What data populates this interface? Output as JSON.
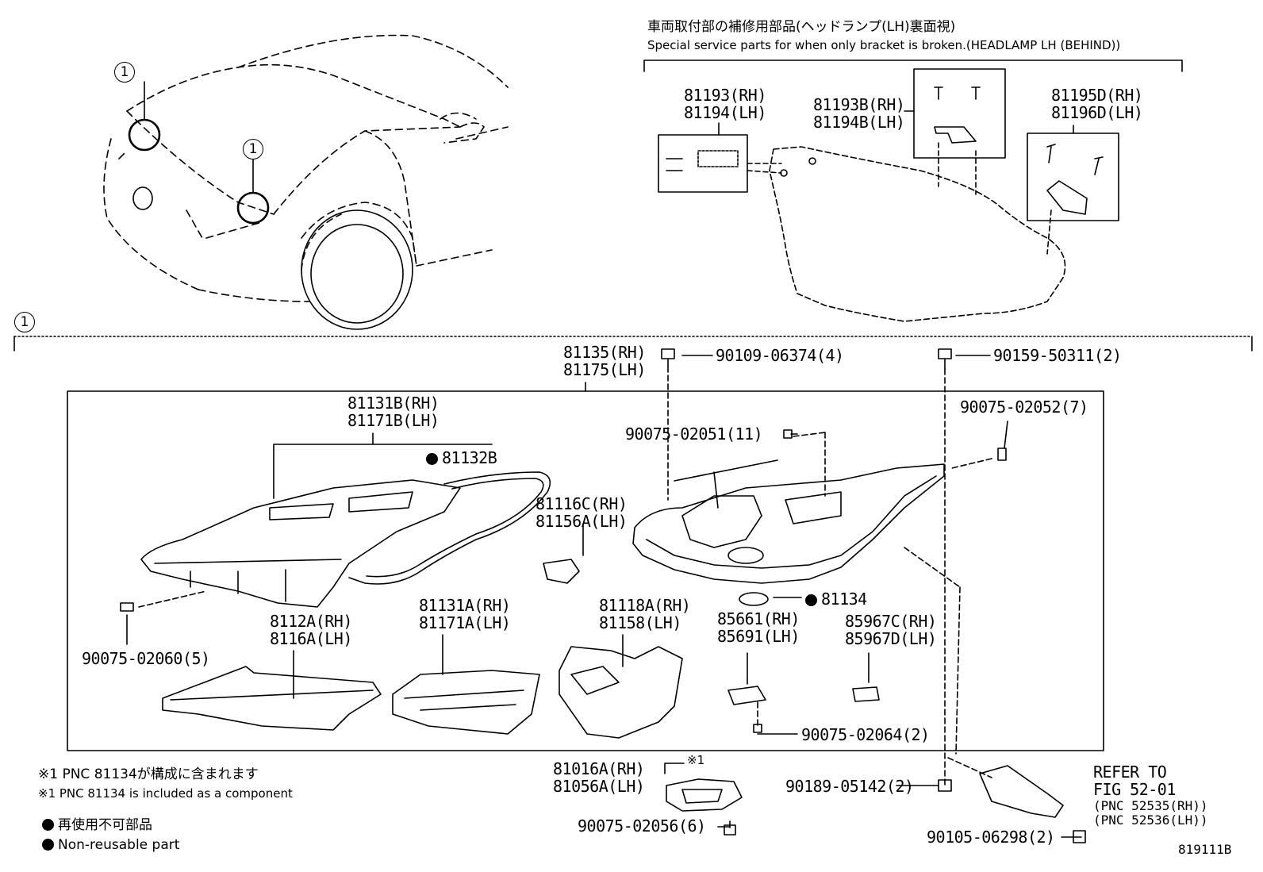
{
  "callout_mark": "1",
  "service_header": {
    "jp": "車両取付部の補修用部品(ヘッドランプ(LH)裏面視)",
    "en": "Special service parts for when only bracket is broken.(HEADLAMP LH (BEHIND))"
  },
  "parts": {
    "p81193": [
      "81193(RH)",
      "81194(LH)"
    ],
    "p81193b": [
      "81193B(RH)",
      "81194B(LH)"
    ],
    "p81195d": [
      "81195D(RH)",
      "81196D(LH)"
    ],
    "p81135": [
      "81135(RH)",
      "81175(LH)"
    ],
    "p90109": "90109-06374(4)",
    "p90159": "90159-50311(2)",
    "p81131b": [
      "81131B(RH)",
      "81171B(LH)"
    ],
    "p81132b": "81132B",
    "p90075_02051": "90075-02051(11)",
    "p90075_02052": "90075-02052(7)",
    "p81116c": [
      "81116C(RH)",
      "81156A(LH)"
    ],
    "p81134": "81134",
    "p90075_02060": "90075-02060(5)",
    "p8112a": [
      "8112A(RH)",
      "8116A(LH)"
    ],
    "p81131a": [
      "81131A(RH)",
      "81171A(LH)"
    ],
    "p81118a": [
      "81118A(RH)",
      "81158(LH)"
    ],
    "p85661": [
      "85661(RH)",
      "85691(LH)"
    ],
    "p85967c": [
      "85967C(RH)",
      "85967D(LH)"
    ],
    "p90075_02064": "90075-02064(2)",
    "p81016a": [
      "81016A(RH)",
      "81056A(LH)"
    ],
    "p81016a_note": "※1",
    "p90075_02056": "90075-02056(6)",
    "p90189": "90189-05142(2)",
    "p90105": "90105-06298(2)",
    "refer": [
      "REFER TO",
      "FIG 52-01",
      "(PNC 52535(RH))",
      "(PNC 52536(LH))"
    ]
  },
  "notes": {
    "n1_jp": "※1 PNC 81134が構成に含まれます",
    "n1_en": "※1 PNC 81134 is included as a component",
    "legend_jp": "再使用不可部品",
    "legend_en": "Non-reusable part"
  },
  "figure_id": "819111B"
}
